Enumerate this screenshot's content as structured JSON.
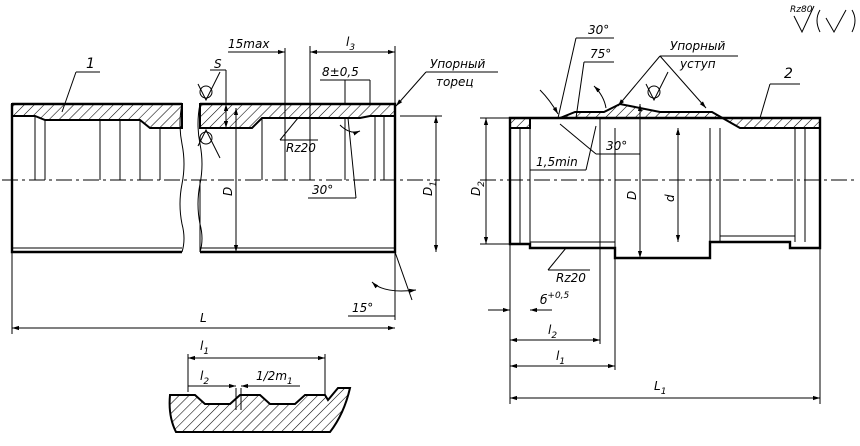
{
  "labels": {
    "part1": "1",
    "part2": "2",
    "roughness_general": "Rz80",
    "tol_15max": "15max",
    "l3": "l3",
    "l3_sub": "3",
    "l3_main": "l",
    "dim_8": "8±0,5",
    "s": "S",
    "rz20_a": "Rz20",
    "rz20_b": "Rz20",
    "angle30_a": "30°",
    "angle30_b": "30°",
    "angle30_c": "30°",
    "angle75": "75°",
    "angle15": "15°",
    "upor_torec_1": "Упорный",
    "upor_torec_2": "торец",
    "upor_ustup_1": "Упорный",
    "upor_ustup_2": "уступ",
    "D_left": "D",
    "D1": "D",
    "D1_sub": "1",
    "D2": "D",
    "D2_sub": "2",
    "D_right": "D",
    "d": "d",
    "L": "L",
    "L1": "L",
    "L1_sub": "1",
    "dim_15min": "1,5min",
    "dim_b": "б",
    "dim_b_tol": "+0,5",
    "l1_a": "l",
    "l1_a_sub": "1",
    "l2_a": "l",
    "l2_a_sub": "2",
    "half_m1": "1/2m",
    "half_m1_sub": "1",
    "l1_b": "l",
    "l1_b_sub": "1",
    "l2_b": "l",
    "l2_b_sub": "2"
  }
}
